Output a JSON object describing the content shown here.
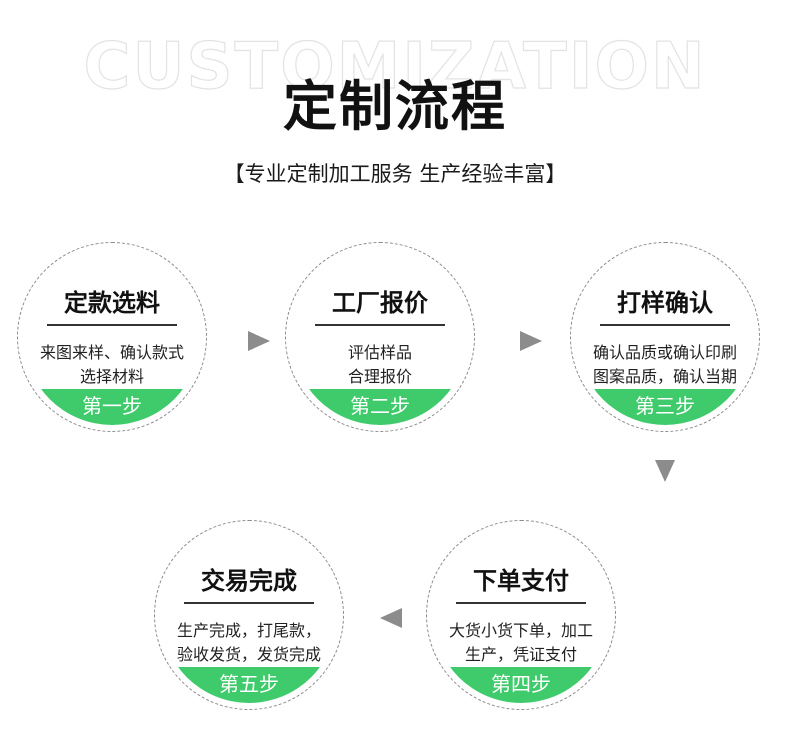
{
  "background_word": "CUSTOMIZATION",
  "title": "定制流程",
  "subtitle": "【专业定制加工服务 生产经验丰富】",
  "colors": {
    "accent": "#3fcb6b",
    "arrow": "#8c8c8c",
    "ring": "#8a8a8a"
  },
  "steps": [
    {
      "title": "定款选料",
      "desc1": "来图来样、确认款式",
      "desc2": "选择材料",
      "label": "第一步"
    },
    {
      "title": "工厂报价",
      "desc1": "评估样品",
      "desc2": "合理报价",
      "label": "第二步"
    },
    {
      "title": "打样确认",
      "desc1": "确认品质或确认印刷",
      "desc2": "图案品质，确认当期",
      "label": "第三步"
    },
    {
      "title": "下单支付",
      "desc1": "大货小货下单，加工",
      "desc2": "生产，凭证支付",
      "label": "第四步"
    },
    {
      "title": "交易完成",
      "desc1": "生产完成，打尾款，",
      "desc2": "验收发货，发货完成",
      "label": "第五步"
    }
  ]
}
